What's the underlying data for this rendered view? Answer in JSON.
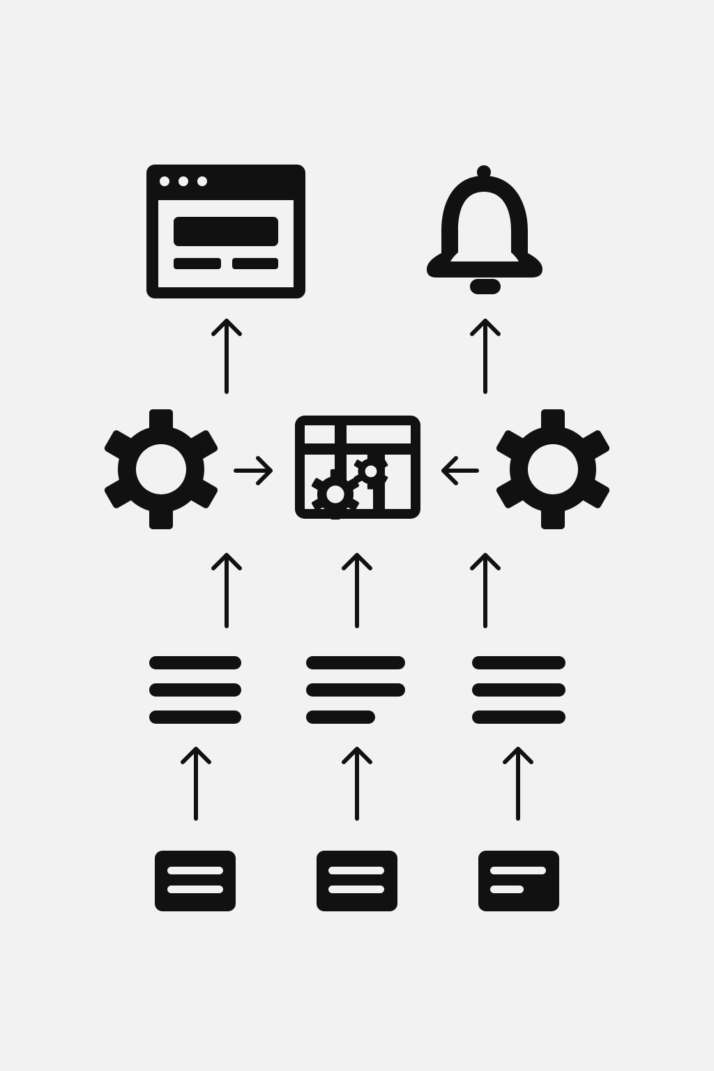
{
  "theme": {
    "background": "#f2f2f2",
    "ink": "#111111"
  },
  "nodes": [
    {
      "id": "browser-window",
      "icon": "browser-window-icon"
    },
    {
      "id": "notification-bell",
      "icon": "bell-icon"
    },
    {
      "id": "left-gear",
      "icon": "gear-icon"
    },
    {
      "id": "center-processor",
      "icon": "grid-with-gears-icon"
    },
    {
      "id": "right-gear",
      "icon": "gear-icon"
    },
    {
      "id": "left-text-block",
      "icon": "text-lines-icon"
    },
    {
      "id": "center-text-block",
      "icon": "text-align-left-icon"
    },
    {
      "id": "right-text-block",
      "icon": "text-lines-icon"
    },
    {
      "id": "left-card",
      "icon": "card-icon"
    },
    {
      "id": "center-card",
      "icon": "card-icon"
    },
    {
      "id": "right-card",
      "icon": "card-short-line-icon"
    }
  ],
  "edges": [
    {
      "from": "left-card",
      "to": "left-text-block"
    },
    {
      "from": "center-card",
      "to": "center-text-block"
    },
    {
      "from": "right-card",
      "to": "right-text-block"
    },
    {
      "from": "left-text-block",
      "to": "left-gear"
    },
    {
      "from": "center-text-block",
      "to": "center-processor"
    },
    {
      "from": "right-text-block",
      "to": "right-gear"
    },
    {
      "from": "left-gear",
      "to": "center-processor"
    },
    {
      "from": "right-gear",
      "to": "center-processor"
    },
    {
      "from": "left-gear",
      "to": "browser-window"
    },
    {
      "from": "right-gear",
      "to": "notification-bell"
    }
  ]
}
